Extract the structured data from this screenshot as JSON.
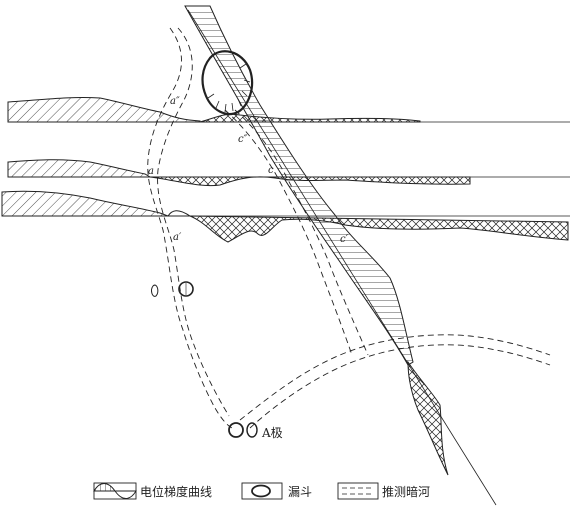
{
  "labels": {
    "a": "a",
    "a_prime": "a′",
    "a_double_prime": "a″",
    "c": "c",
    "c_prime": "c′",
    "c_double_prime": "c″",
    "a_pole": "A极"
  },
  "legend": {
    "gradient_curve": "电位梯度曲线",
    "sinkhole": "漏斗",
    "inferred_river": "推测暗河"
  },
  "colors": {
    "line": "#222222",
    "background": "#ffffff"
  }
}
